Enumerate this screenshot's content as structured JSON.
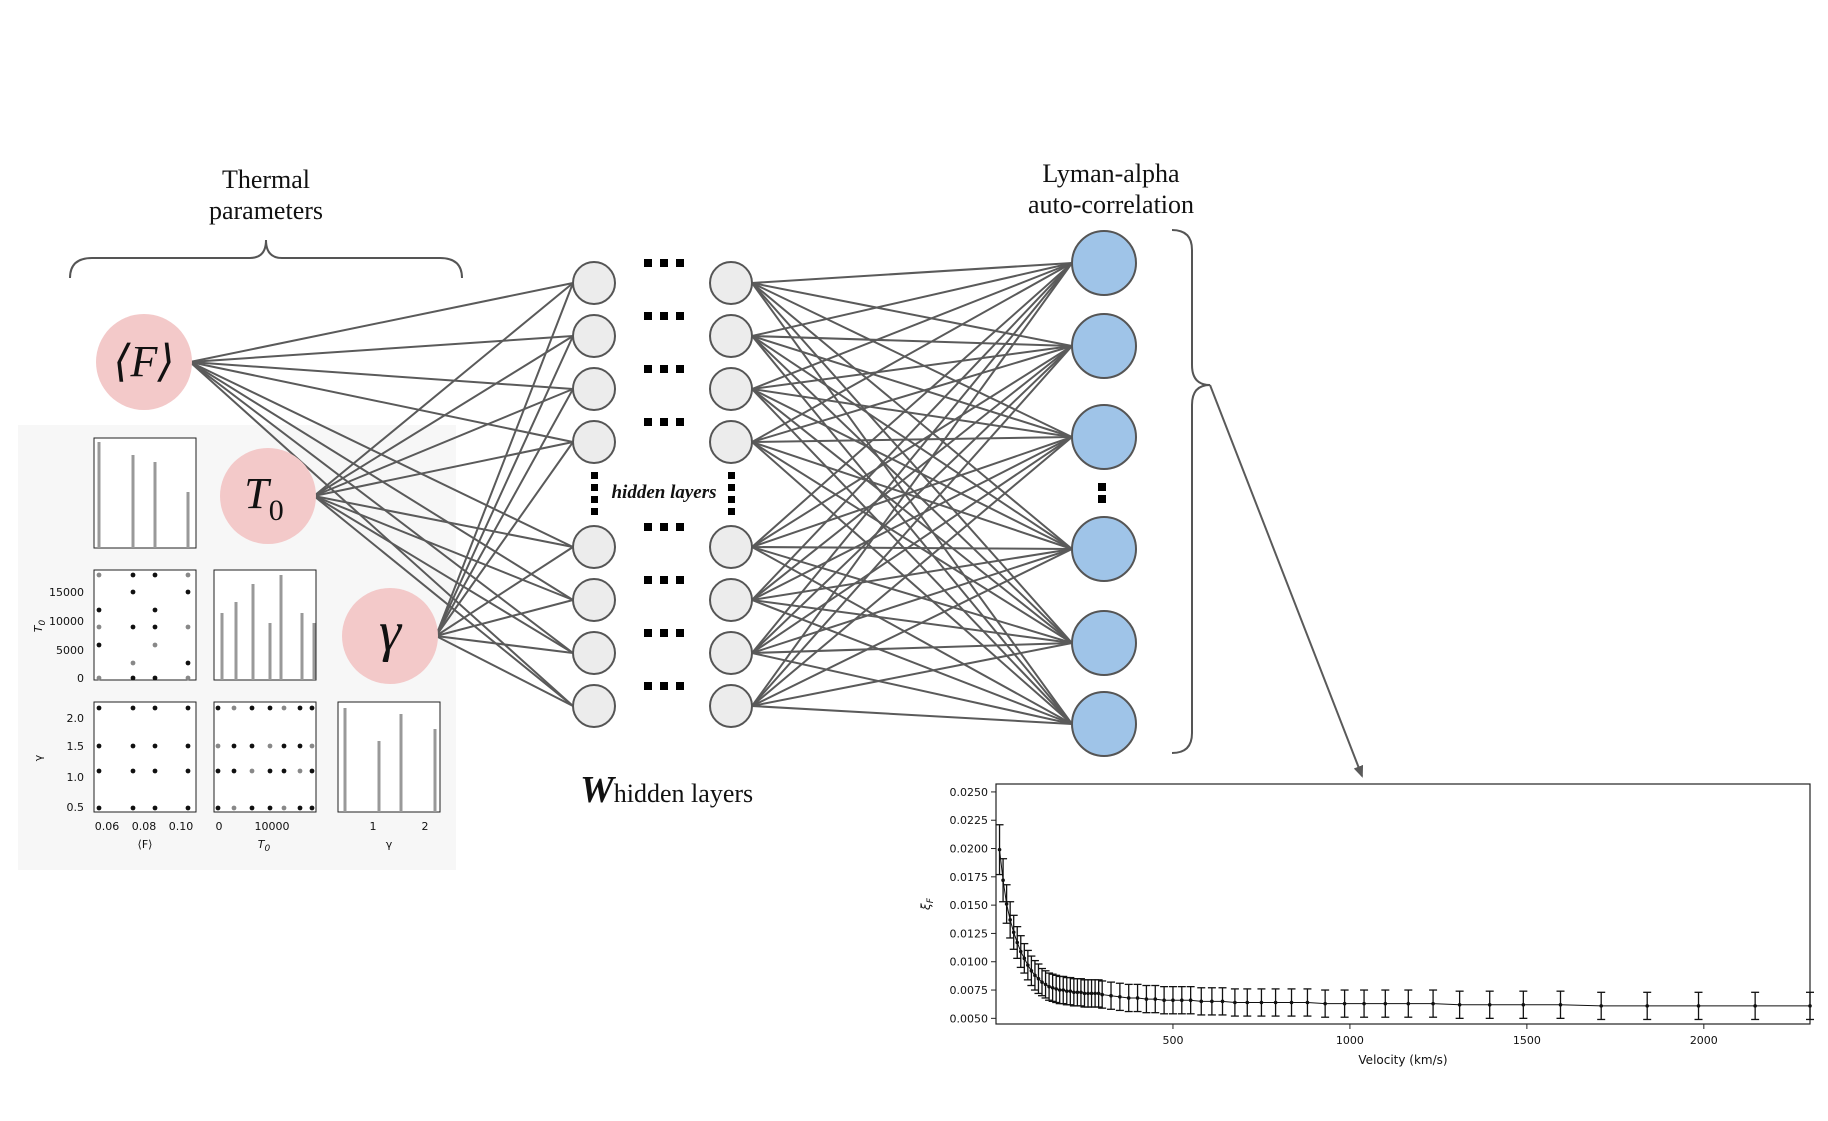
{
  "inputs": {
    "header_line1": "Thermal",
    "header_line2": "parameters",
    "flux_label": "⟨F⟩",
    "temp_label": "T",
    "temp_sub": "0",
    "gamma_label": "γ"
  },
  "network": {
    "hidden_layers_label": "hidden layers",
    "w_symbol": "W",
    "w_subscript": "hidden layers"
  },
  "outputs": {
    "header_line1": "Lyman-alpha",
    "header_line2": "auto-correlation"
  },
  "colors": {
    "input_node": "#f3c9c9",
    "hidden_node": "#ececec",
    "output_node": "#9fc4e8",
    "edge": "#5a5a5a"
  },
  "corner_plot": {
    "axis_labels": {
      "flux": "⟨F⟩",
      "temp": "T",
      "temp_sub": "0",
      "gamma": "γ"
    },
    "flux_ticks": [
      "0.06",
      "0.08",
      "0.10"
    ],
    "temp_ticks": [
      "0",
      "5000",
      "10000",
      "15000"
    ],
    "temp_xticks": [
      "0",
      "10000"
    ],
    "gamma_ticks": [
      "0.5",
      "1.0",
      "1.5",
      "2.0"
    ],
    "gamma_xticks": [
      "1",
      "2"
    ]
  },
  "chart_data": {
    "type": "scatter",
    "xlabel": "Velocity (km/s)",
    "ylabel": "ξ",
    "ylabel_sub": "F",
    "xlim": [
      0,
      2300
    ],
    "ylim": [
      0.0045,
      0.0257
    ],
    "xticks": [
      500,
      1000,
      1500,
      2000
    ],
    "yticks": [
      "0.0050",
      "0.0075",
      "0.0100",
      "0.0125",
      "0.0150",
      "0.0175",
      "0.0200",
      "0.0225",
      "0.0250"
    ],
    "x": [
      10,
      20,
      30,
      40,
      50,
      60,
      70,
      80,
      90,
      100,
      110,
      120,
      130,
      140,
      150,
      160,
      170,
      180,
      190,
      200,
      210,
      220,
      230,
      240,
      250,
      260,
      270,
      280,
      290,
      300,
      325,
      350,
      375,
      400,
      425,
      450,
      475,
      500,
      525,
      550,
      580,
      610,
      640,
      675,
      710,
      750,
      790,
      835,
      880,
      930,
      985,
      1040,
      1100,
      1165,
      1235,
      1310,
      1395,
      1490,
      1595,
      1710,
      1840,
      1985,
      2145,
      2300
    ],
    "y": [
      0.0199,
      0.0172,
      0.0151,
      0.0137,
      0.0126,
      0.0117,
      0.0109,
      0.0103,
      0.0097,
      0.0092,
      0.0088,
      0.0085,
      0.0082,
      0.008,
      0.0078,
      0.0077,
      0.0076,
      0.0075,
      0.0075,
      0.0074,
      0.0074,
      0.0073,
      0.0073,
      0.0073,
      0.0072,
      0.0072,
      0.0072,
      0.0072,
      0.0072,
      0.0071,
      0.007,
      0.0069,
      0.0068,
      0.0068,
      0.0067,
      0.0067,
      0.0066,
      0.0066,
      0.0066,
      0.0066,
      0.0065,
      0.0065,
      0.0065,
      0.0064,
      0.0064,
      0.0064,
      0.0064,
      0.0064,
      0.0064,
      0.0063,
      0.0063,
      0.0063,
      0.0063,
      0.0063,
      0.0063,
      0.0062,
      0.0062,
      0.0062,
      0.0062,
      0.0061,
      0.0061,
      0.0061,
      0.0061,
      0.0061
    ],
    "yerr": [
      0.0022,
      0.0019,
      0.0017,
      0.0016,
      0.0015,
      0.0014,
      0.0014,
      0.0013,
      0.0013,
      0.0013,
      0.0013,
      0.0013,
      0.0012,
      0.0012,
      0.0012,
      0.0012,
      0.0012,
      0.0012,
      0.0012,
      0.0012,
      0.0012,
      0.0012,
      0.0012,
      0.0012,
      0.0012,
      0.0012,
      0.0012,
      0.0012,
      0.0012,
      0.0012,
      0.0012,
      0.0012,
      0.0012,
      0.0012,
      0.0012,
      0.0012,
      0.0012,
      0.0012,
      0.0012,
      0.0012,
      0.0012,
      0.0012,
      0.0012,
      0.0012,
      0.0012,
      0.0012,
      0.0012,
      0.0012,
      0.0012,
      0.0012,
      0.0012,
      0.0012,
      0.0012,
      0.0012,
      0.0012,
      0.0012,
      0.0012,
      0.0012,
      0.0012,
      0.0012,
      0.0012,
      0.0012,
      0.0012,
      0.0012
    ]
  }
}
